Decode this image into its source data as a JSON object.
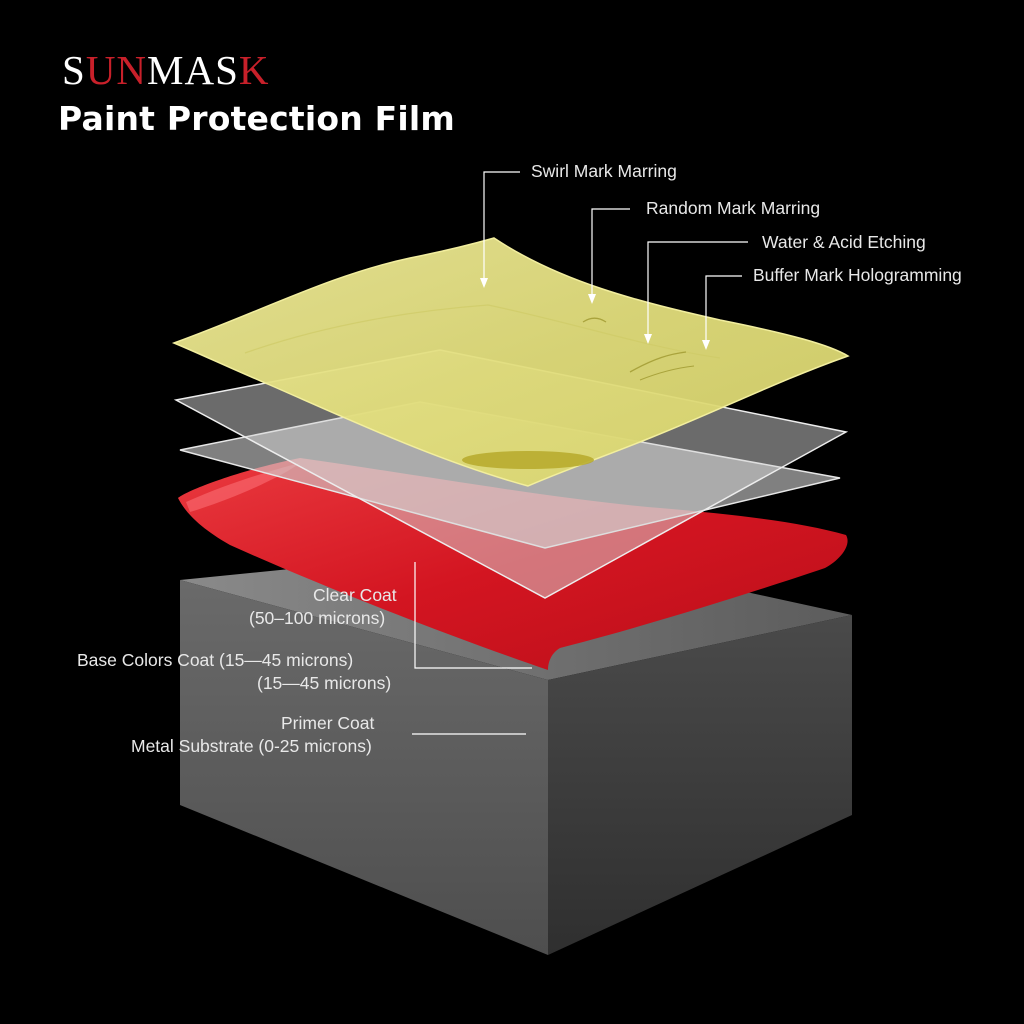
{
  "brand": {
    "part1": "S",
    "part2": "UN",
    "part3": "MAS",
    "part4": "K"
  },
  "subtitle": "Paint Protection Film",
  "top_callouts": [
    "Swirl Mark Marring",
    "Random Mark Marring",
    "Water & Acid Etching",
    "Buffer Mark Hologramming"
  ],
  "left_labels": {
    "clear_coat": "Clear Coat",
    "clear_coat_thickness": "(50–100 microns)",
    "base_color": "Base Colors Coat (15—45 microns)",
    "base_color_thickness": "(15—45 microns)",
    "primer": "Primer Coat",
    "substrate": "Metal Substrate (0-25 miсгons)"
  },
  "colors": {
    "background": "#000000",
    "ppf_film": "#e9e58a",
    "clear_layers": "#cfcfcf",
    "base_color": "#d0141e",
    "substrate": "#707070",
    "brand_red": "#c8202a"
  }
}
